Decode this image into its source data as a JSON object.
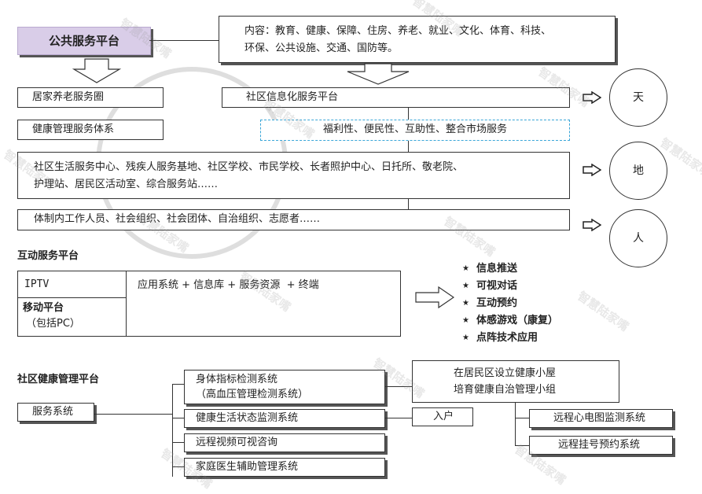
{
  "public_platform": {
    "title": "公共服务平台",
    "content_line1": "内容：教育、健康、保障、住房、养老、就业、文化、体育、科技、",
    "content_line2": "环保、公共设施、交通、国防等。",
    "elder_circle": "居家养老服务圈",
    "health_system": "健康管理服务体系",
    "info_platform": "社区信息化服务平台",
    "service_traits": "福利性、便民性、互助性、整合市场服务",
    "facilities_line1": "社区生活服务中心、残疾人服务基地、社区学校、市民学校、长者照护中心、日托所、敬老院、",
    "facilities_line2": "护理站、居民区活动室、综合服务站……",
    "people": "体制内工作人员、社会组织、社会团体、自治组织、志愿者……",
    "circle_tian": "天",
    "circle_di": "地",
    "circle_ren": "人"
  },
  "interactive_platform": {
    "title": "互动服务平台",
    "iptv": "IPTV",
    "mobile_line1": "移动平台",
    "mobile_line2": "（包括PC）",
    "stack": "应用系统 + 信息库 + 服务资源  + 终端",
    "features": [
      "信息推送",
      "可视对话",
      "互动预约",
      "体感游戏（康复）",
      "点阵技术应用"
    ]
  },
  "health_platform": {
    "title": "社区健康管理平台",
    "service_system": "服务系统",
    "detect_line1": "身体指标检测系统",
    "detect_line2": "（高血压管理检测系统）",
    "lifestyle": "健康生活状态监测系统",
    "video": "远程视频可视咨询",
    "family_doctor": "家庭医生辅助管理系统",
    "hut_line1": "在居民区设立健康小屋",
    "hut_line2": "培育健康自治管理小组",
    "household": "入户",
    "ecg": "远程心电图监测系统",
    "registration": "远程挂号预约系统"
  },
  "watermark": "智慧陆家嘴"
}
